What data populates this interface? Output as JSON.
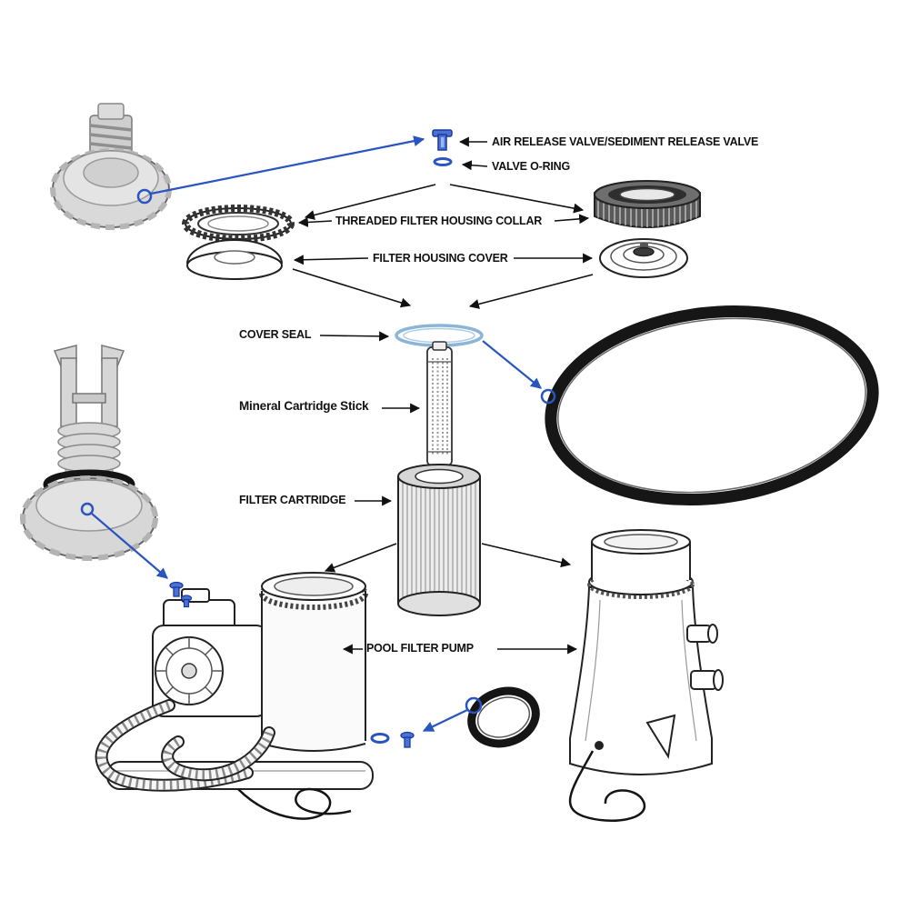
{
  "colors": {
    "background": "#ffffff",
    "accent_blue": "#2a55c0",
    "part_blue_fill": "#4a72d4",
    "seal_light_blue": "#8ab5d8",
    "line_black": "#111111",
    "part_gray": "#d6d6d6",
    "oring_black": "#161616"
  },
  "labels": {
    "air_release_valve": "AIR RELEASE VALVE/SEDIMENT RELEASE VALVE",
    "valve_o_ring": "VALVE O-RING",
    "threaded_filter_housing_collar": "THREADED FILTER HOUSING COLLAR",
    "filter_housing_cover": "FILTER HOUSING COVER",
    "cover_seal": "COVER SEAL",
    "mineral_cartridge_stick": "Mineral Cartridge Stick",
    "filter_cartridge": "FILTER CARTRIDGE",
    "pool_filter_pump": "POOL FILTER PUMP"
  }
}
